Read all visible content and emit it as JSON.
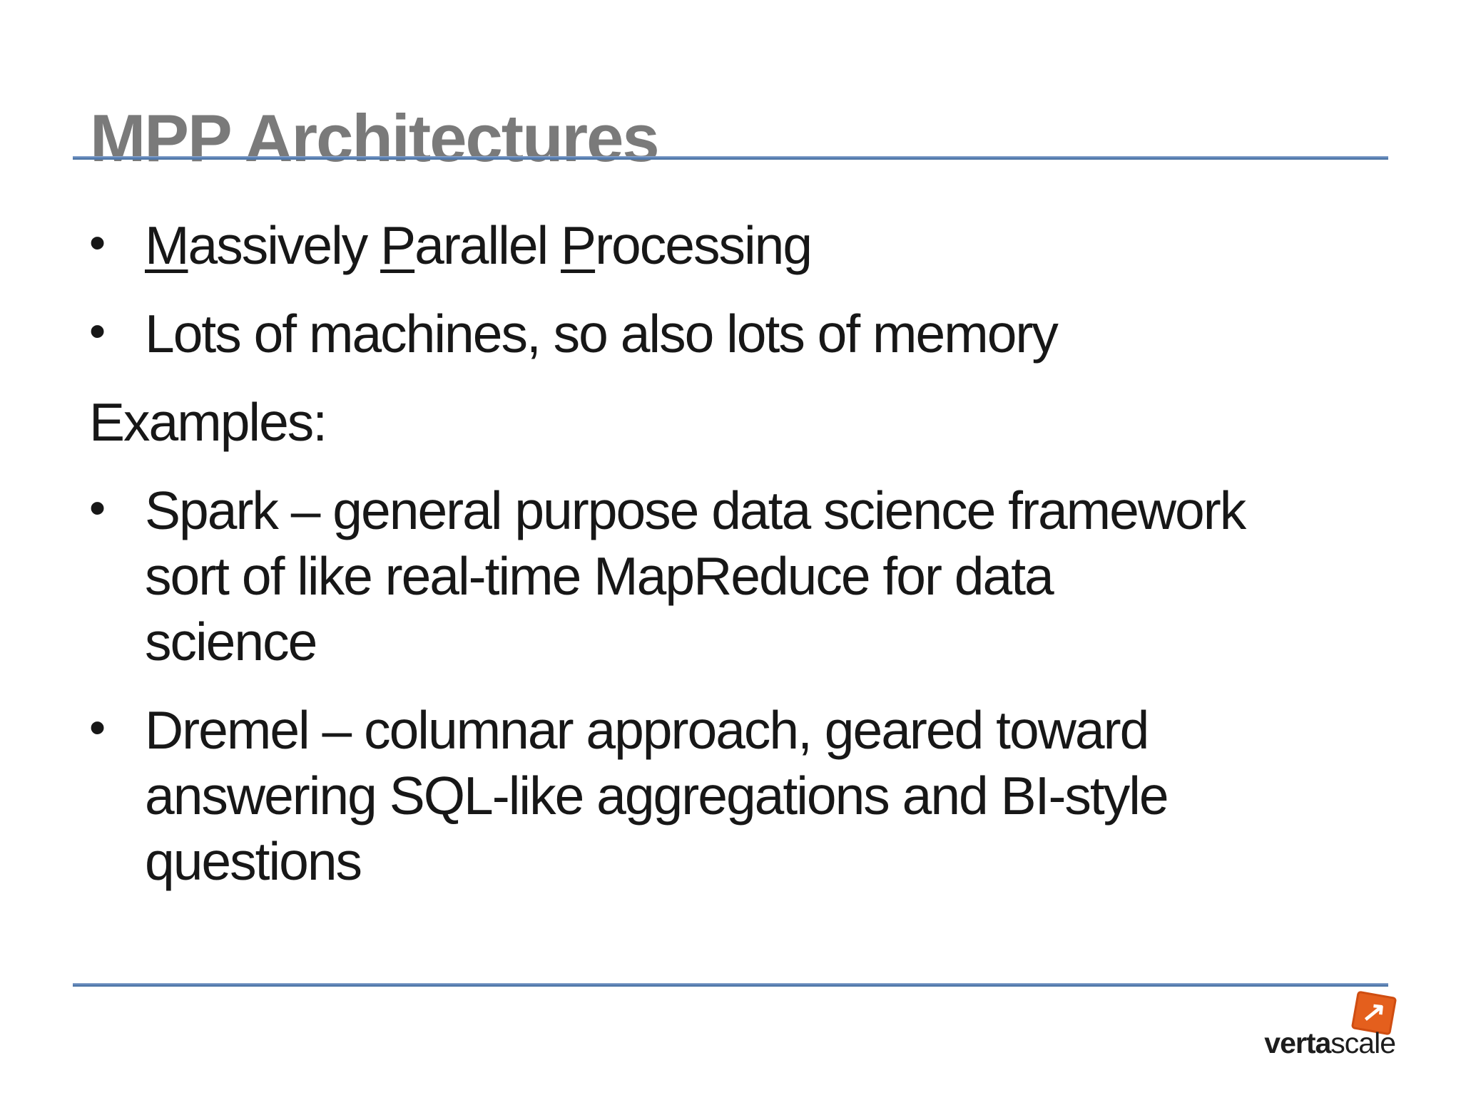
{
  "title": "MPP Architectures",
  "body": {
    "bullet_glyph": "•",
    "mpp": {
      "segments": [
        {
          "initial": "M",
          "rest": "assively "
        },
        {
          "initial": "P",
          "rest": "arallel "
        },
        {
          "initial": "P",
          "rest": "rocessing"
        }
      ]
    },
    "machines": "Lots of machines, so also lots of memory",
    "examples_heading": "Examples:",
    "spark": {
      "lines": [
        "Spark – general purpose data science framework",
        "sort of like real-time MapReduce for data",
        "science"
      ]
    },
    "dremel": {
      "lines": [
        "Dremel – columnar approach, geared toward",
        "answering SQL-like aggregations and BI-style",
        "questions"
      ]
    }
  },
  "footer": {
    "brand_bold": "verta",
    "brand_light": "scale",
    "icon_glyph": "↗"
  },
  "colors": {
    "title_gray": "#7a7a7a",
    "accent_rule_blue": "#5b82b6",
    "body_text": "#171717",
    "brand_orange": "#e45f1d"
  }
}
